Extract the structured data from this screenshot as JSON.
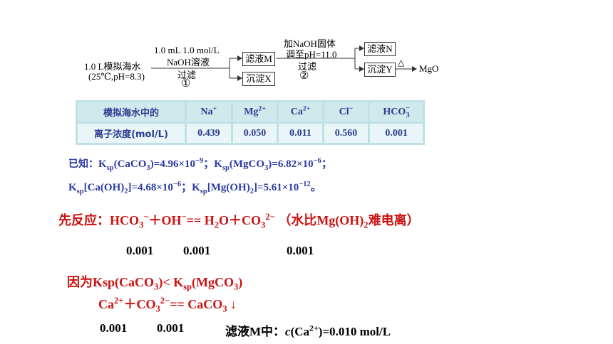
{
  "flow": {
    "start_line1": "1.0 L模拟海水",
    "start_line2": "(25℃,pH=8.3)",
    "step1_reagent_line1": "1.0 mL 1.0 mol/L",
    "step1_reagent_line2": "NaOH溶液",
    "step1_op": "过滤",
    "step1_num": "①",
    "filtrate_m": "滤液M",
    "precip_x": "沉淀X",
    "step2_reagent_line1": "加NaOH固体",
    "step2_reagent_line2": "调至pH=11.0",
    "step2_op": "过滤",
    "step2_num": "②",
    "filtrate_n": "滤液N",
    "precip_y": "沉淀Y",
    "heat_symbol": "△",
    "product": "MgO"
  },
  "table": {
    "row1_label": "模拟海水中的",
    "row2_label": "离子浓度(mol/L)",
    "ions": [
      {
        "base": "Na",
        "sup": "+",
        "sub": ""
      },
      {
        "base": "Mg",
        "sup": "2+",
        "sub": ""
      },
      {
        "base": "Ca",
        "sup": "2+",
        "sub": ""
      },
      {
        "base": "Cl",
        "sup": "−",
        "sub": ""
      },
      {
        "base": "HCO",
        "sup": "−",
        "sub": "3"
      }
    ],
    "values": [
      "0.439",
      "0.050",
      "0.011",
      "0.560",
      "0.001"
    ]
  },
  "known": {
    "label": "已知：",
    "ksp_caco3": "=4.96×10",
    "ksp_caco3_exp": "−9",
    "ksp_mgco3": "=6.82×10",
    "ksp_mgco3_exp": "−6",
    "ksp_caoh2": "=4.68×10",
    "ksp_caoh2_exp": "−6",
    "ksp_mgoh2": "=5.61×10",
    "ksp_mgoh2_exp": "−12"
  },
  "reaction1": {
    "prefix": "先反应：",
    "note_open": "（水比",
    "note_close": "难电离）",
    "amounts": [
      "0.001",
      "0.001",
      "0.001"
    ]
  },
  "reason": {
    "prefix": "因为",
    "compare": "<"
  },
  "reaction2": {
    "amounts": [
      "0.001",
      "0.001"
    ],
    "filtrate_label": "滤液M中：",
    "conc_value": "=0.010 mol/L"
  }
}
